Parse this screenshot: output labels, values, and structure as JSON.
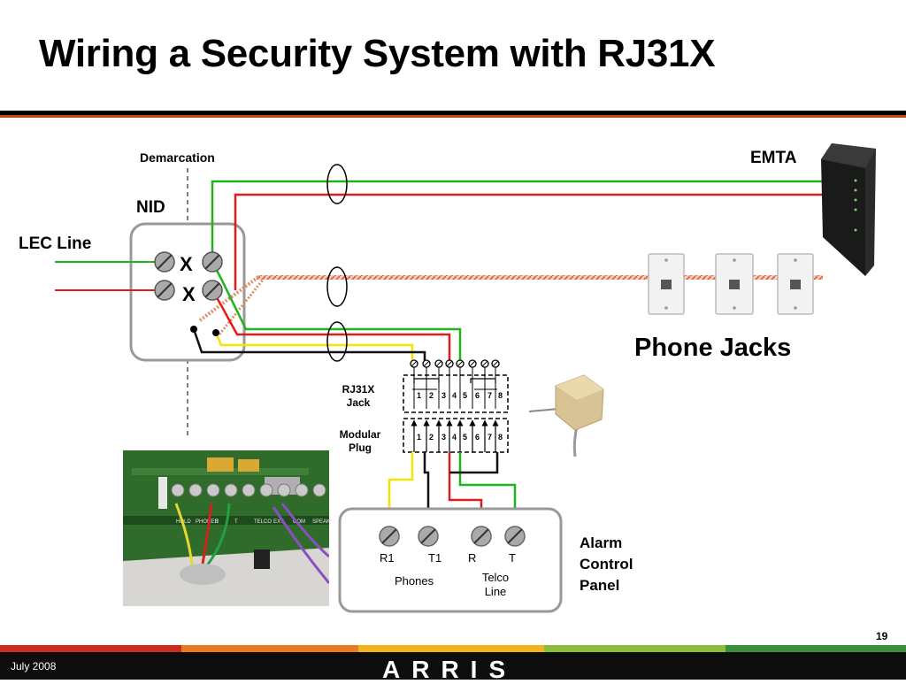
{
  "slide": {
    "title": "Wiring a Security System with RJ31X",
    "page_number": "19",
    "date": "July 2008",
    "logo": "ARRIS"
  },
  "labels": {
    "demarcation": "Demarcation",
    "nid": "NID",
    "lec_line": "LEC Line",
    "nid_x1": "X",
    "nid_x2": "X",
    "emta": "EMTA",
    "phone_jacks": "Phone Jacks",
    "rj31x_jack": "RJ31X\nJack",
    "modular_plug": "Modular\nPlug",
    "alarm_control_panel": "Alarm\nControl\nPanel"
  },
  "jack_pins": [
    "1",
    "2",
    "3",
    "4",
    "5",
    "6",
    "7",
    "8"
  ],
  "alarm_panel": {
    "terminals": [
      "R1",
      "T1",
      "R",
      "T"
    ],
    "group_phones": "Phones",
    "group_telco": "Telco\nLine"
  },
  "photo_terminal_labels": [
    "HOLD",
    "PHONES",
    "R",
    "T",
    "TELCO",
    "EXT",
    "COM",
    "SPEAKER"
  ],
  "colors": {
    "wire_green": "#1fb31f",
    "wire_red": "#e01b1b",
    "wire_yellow": "#f2e600",
    "wire_black": "#111111",
    "accent_orange": "#c8431c",
    "footer_bar": [
      "#cc2b1e",
      "#e87a1f",
      "#f2b21a",
      "#8dbb3a",
      "#3a8f3a"
    ]
  }
}
